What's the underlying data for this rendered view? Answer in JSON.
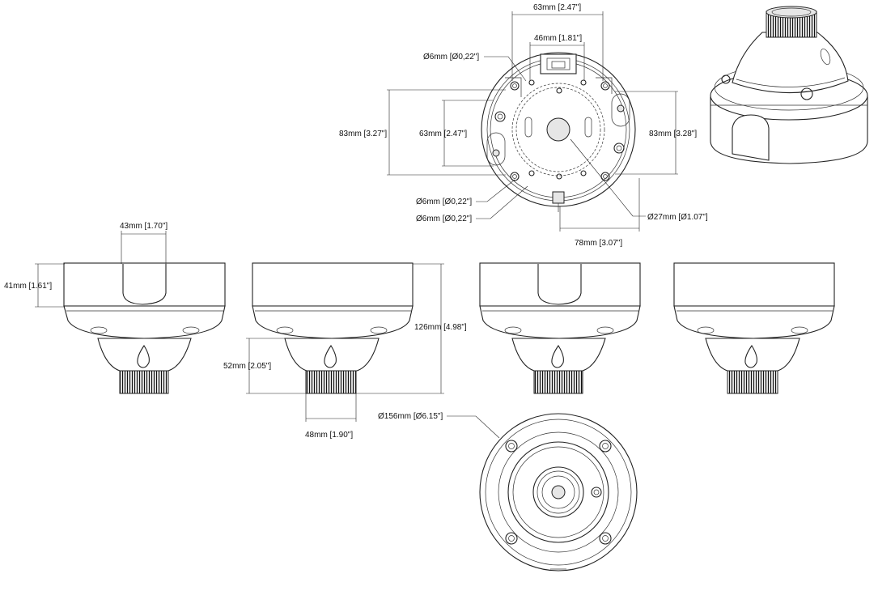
{
  "top_view": {
    "top_width": "63mm [2.47\"]",
    "inner_width": "46mm [1.81\"]",
    "hole_top_left": "Ø6mm [Ø0,22\"]",
    "left_height_outer": "83mm [3.27\"]",
    "left_height_inner": "63mm [2.47\"]",
    "right_height": "83mm [3.28\"]",
    "hole_bottom_1": "Ø6mm [Ø0,22\"]",
    "hole_bottom_2": "Ø6mm [Ø0,22\"]",
    "center_hole": "Ø27mm [Ø1.07\"]",
    "bottom_width": "78mm [3.07\"]"
  },
  "side_view_1": {
    "opening_width": "43mm [1.70\"]",
    "base_height": "41mm [1.61\"]"
  },
  "side_view_2": {
    "total_height": "126mm [4.98\"]",
    "neck_height": "52mm [2.05\"]",
    "thread_width": "48mm [1.90\"]"
  },
  "bottom_view": {
    "diameter": "Ø156mm [Ø6.15\"]"
  }
}
